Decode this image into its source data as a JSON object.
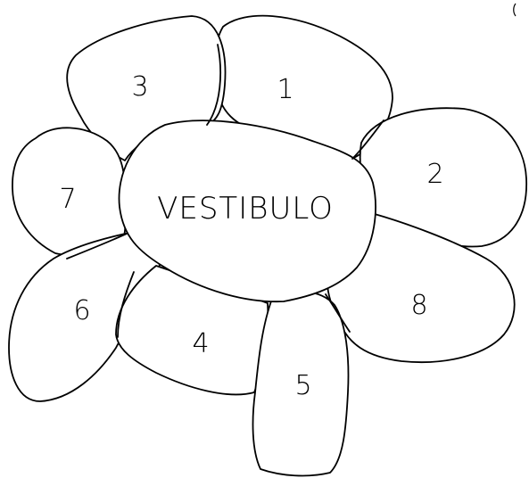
{
  "diagram": {
    "center": {
      "label": "VESTIBULO"
    },
    "rooms": [
      {
        "id": "1",
        "label": "1"
      },
      {
        "id": "2",
        "label": "2"
      },
      {
        "id": "3",
        "label": "3"
      },
      {
        "id": "4",
        "label": "4"
      },
      {
        "id": "5",
        "label": "5"
      },
      {
        "id": "6",
        "label": "6"
      },
      {
        "id": "7",
        "label": "7"
      },
      {
        "id": "8",
        "label": "8"
      }
    ],
    "colors": {
      "stroke": "#000000",
      "background": "#ffffff"
    }
  }
}
